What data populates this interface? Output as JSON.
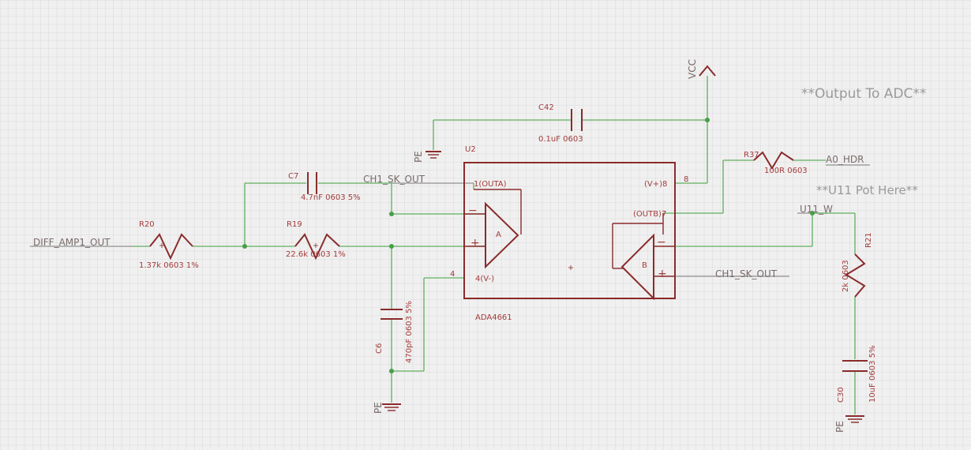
{
  "nets": {
    "diff_amp1_out": "DIFF_AMP1_OUT",
    "ch1_sk_out_top": "CH1_SK_OUT",
    "ch1_sk_out_right": "CH1_SK_OUT",
    "a0_hdr": "A0_HDR",
    "u11_w": "U11_W",
    "vcc": "VCC",
    "pe": "PE"
  },
  "notes": {
    "output_to_adc": "**Output To ADC**",
    "u11_pot": "**U11 Pot Here**"
  },
  "components": {
    "r20": {
      "name": "R20",
      "value": "1.37k 0603 1%"
    },
    "r19": {
      "name": "R19",
      "value": "22.6k 0603 1%"
    },
    "c7": {
      "name": "C7",
      "value": "4.7nF 0603 5%"
    },
    "c6": {
      "name": "C6",
      "value": "470pF 0603 5%"
    },
    "c42": {
      "name": "C42",
      "value": "0.1uF 0603"
    },
    "r37": {
      "name": "R37",
      "value": "100R 0603"
    },
    "r21": {
      "name": "R21",
      "value": "2k 0603"
    },
    "c30": {
      "name": "C30",
      "value": "10uF 0603 5%"
    },
    "u2": {
      "name": "U2",
      "value": "ADA4661",
      "pin_outa": "1(OUTA)",
      "pin_vminus": "4(V-)",
      "pin_vplus": "(V+)8",
      "pin_outb": "(OUTB)7",
      "pin_num_8": "8",
      "pin_num_4": "4",
      "amp_a": "A",
      "amp_b": "B",
      "plus": "+",
      "minus": "−"
    }
  },
  "colors": {
    "symbol": "#8a2b2b",
    "wire": "#5fae5f",
    "junction": "#45a045",
    "grid": "#d6d6d6",
    "background": "#f0f0f0"
  }
}
